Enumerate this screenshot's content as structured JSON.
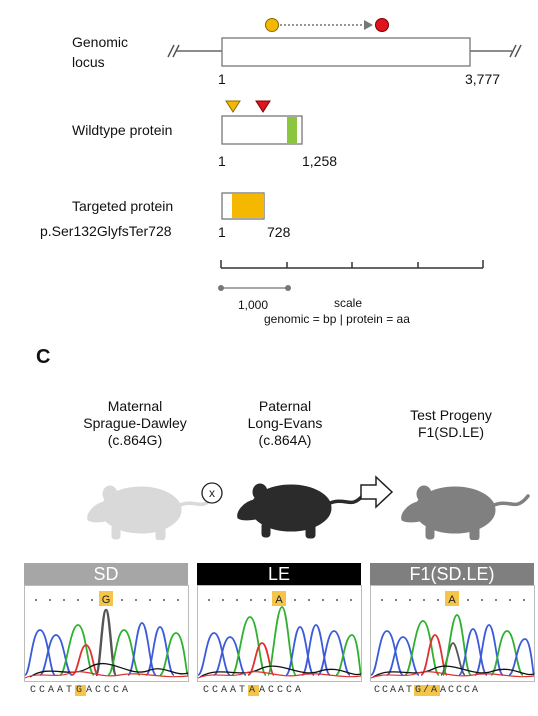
{
  "schematic": {
    "genomic_label_line1": "Genomic",
    "genomic_label_line2": "locus",
    "genomic_start": "1",
    "genomic_end": "3,777",
    "wildtype_label": "Wildtype protein",
    "wildtype_start": "1",
    "wildtype_end": "1,258",
    "targeted_label": "Targeted protein",
    "targeted_variant": "p.Ser132GlyfsTer728",
    "targeted_start": "1",
    "targeted_end": "728",
    "scale_bar_value": "1,000",
    "scale_title": "scale",
    "scale_legend": "genomic = bp  |  protein = aa",
    "colors": {
      "orange": "#f5b800",
      "red": "#e0141e",
      "green": "#8cc63f"
    }
  },
  "panel_c": {
    "panel_letter": "C",
    "maternal": {
      "line1": "Maternal",
      "line2": "Sprague-Dawley",
      "line3": "(c.864G)"
    },
    "cross_symbol": "x",
    "paternal": {
      "line1": "Paternal",
      "line2": "Long-Evans",
      "line3": "(c.864A)"
    },
    "progeny": {
      "line1": "Test Progeny",
      "line2": "F1(SD.LE)"
    },
    "rat_colors": {
      "maternal": "#d9d9d9",
      "paternal": "#2b2b2b",
      "progeny": "#808080"
    }
  },
  "chromatograms": [
    {
      "title": "SD",
      "header_color": "#a6a6a6",
      "call": "G",
      "bases_before": "CCAAT",
      "bases_call": "G",
      "bases_after": "ACCCA"
    },
    {
      "title": "LE",
      "header_color": "#000000",
      "call": "A",
      "bases_before": "CCAAT",
      "bases_call": "A",
      "bases_after": "ACCCA"
    },
    {
      "title": "F1(SD.LE)",
      "header_color": "#7f7f7f",
      "call": "A",
      "bases_before": "CCAAT",
      "bases_call": "G/A",
      "bases_after": "ACCCA"
    }
  ]
}
